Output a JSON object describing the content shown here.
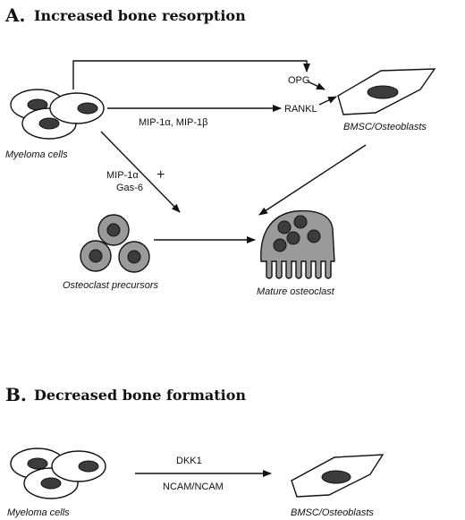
{
  "panel_a": {
    "letter": "A.",
    "title": "Increased bone resorption",
    "myeloma_caption": "Myeloma cells",
    "bmsc_caption": "BMSC/Osteoblasts",
    "precursor_caption": "Osteoclast precursors",
    "mature_caption": "Mature osteoclast",
    "opg_label": "OPG",
    "rankl_label": "RANKL",
    "mip_pair_label": "MIP-1α, MIP-1β",
    "mip1a_label": "MIP-1α",
    "gas6_label": "Gas-6",
    "plus_sign": "+"
  },
  "panel_b": {
    "letter": "B.",
    "title": "Decreased bone formation",
    "myeloma_caption": "Myeloma cells",
    "bmsc_caption": "BMSC/Osteoblasts",
    "dkk1_label": "DKK1",
    "ncam_label": "NCAM/NCAM"
  }
}
